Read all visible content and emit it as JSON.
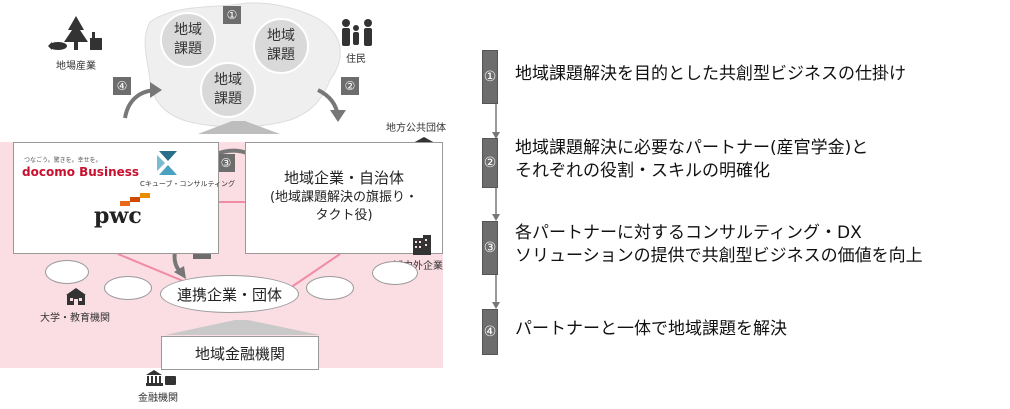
{
  "left": {
    "bubble_label": "地域\n課題",
    "step_badges": [
      "①",
      "②",
      "③",
      "③",
      "④"
    ],
    "label_local_industry": "地場産業",
    "label_residents": "住民",
    "label_local_gov": "地方公共団体",
    "label_in_out_companies": "域内外企業",
    "label_university": "大学・教育機関",
    "label_finance_inst": "金融機関",
    "box_local_company_title": "地域企業・自治体",
    "box_local_company_sub": "(地域課題解決の旗振り・\nタクト役)",
    "partners_oval": "連携企業・団体",
    "bank_box": "地域金融機関",
    "logos": {
      "docomo_tagline": "つなごう。驚きを。幸せを。",
      "docomo_name": "docomo Business",
      "ccube": "Cキューブ・コンサルティング",
      "pwc": "pwc"
    }
  },
  "flow": {
    "steps": [
      {
        "num": "①",
        "text": "地域課題解決を目的とした共創型ビジネスの仕掛け"
      },
      {
        "num": "②",
        "text": "地域課題解決に必要なパートナー(産官学金)と\nそれぞれの役割・スキルの明確化"
      },
      {
        "num": "③",
        "text": "各パートナーに対するコンサルティング・DX\nソリューションの提供で共創型ビジネスの価値を向上"
      },
      {
        "num": "④",
        "text": "パートナーと一体で地域課題を解決"
      }
    ]
  },
  "colors": {
    "pink": "#fbdde4",
    "gray_badge": "#6d6d6d",
    "bubble": "#d9d9d9",
    "docomo_red": "#c8102e",
    "pwc_orange": "#e86a1c"
  }
}
